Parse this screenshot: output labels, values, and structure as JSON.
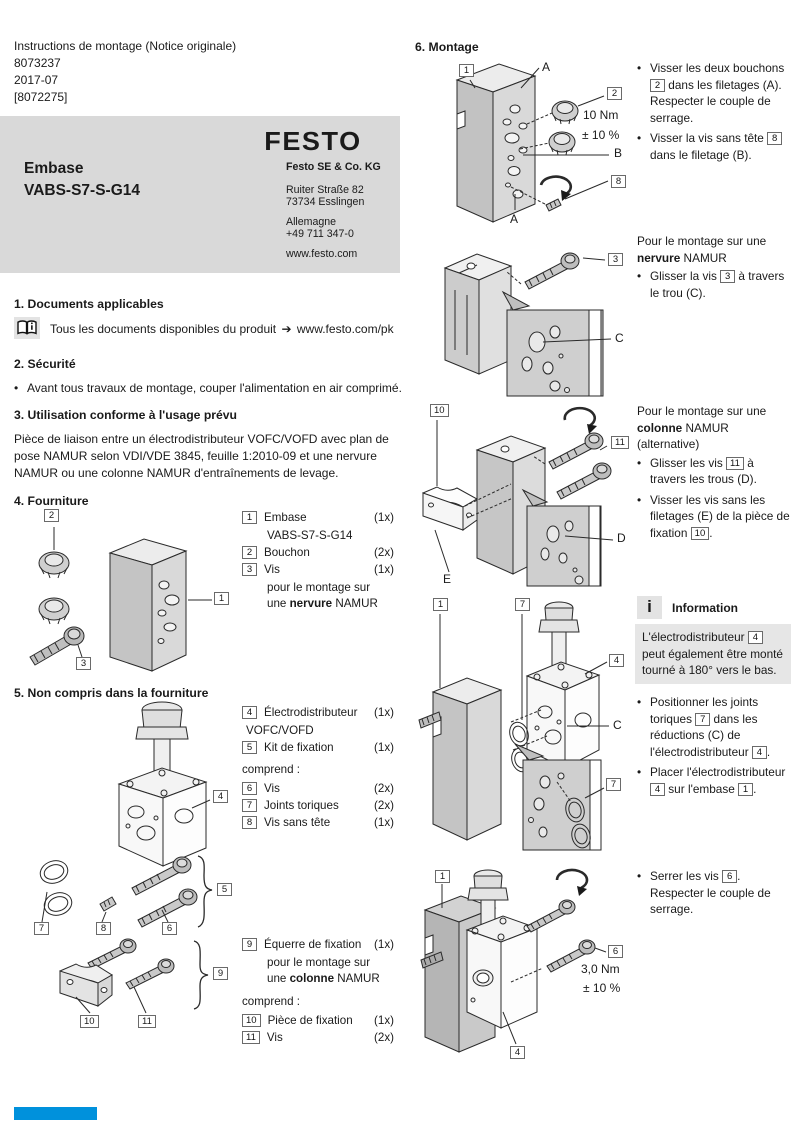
{
  "page": {
    "footer_bar_color": "#0091dc"
  },
  "header": {
    "doc_type": "Instructions de montage (Notice originale)",
    "doc_number": "8073237",
    "doc_date": "2017-07",
    "doc_ref": "[8072275]"
  },
  "brand": {
    "logo": "FESTO",
    "product_line1": "Embase",
    "product_line2": "VABS-S7-S-G14",
    "company": "Festo SE & Co. KG",
    "address1": "Ruiter Straße 82",
    "address2": "73734 Esslingen",
    "country": "Allemagne",
    "phone": "+49 711 347-0",
    "website": "www.festo.com"
  },
  "s1": {
    "heading": "1. Documents applicables",
    "text": "Tous les documents disponibles du produit",
    "arrow": "➔",
    "link": "www.festo.com/pk"
  },
  "s2": {
    "heading": "2. Sécurité",
    "bullet": "Avant tous travaux de montage, couper l'alimentation en air comprimé."
  },
  "s3": {
    "heading": "3. Utilisation conforme à l'usage prévu",
    "body": "Pièce de liaison entre un électrodistributeur VOFC/VOFD avec plan de pose NAMUR selon VDI/VDE 3845, feuille 1:2010-09 et une nervure NAMUR ou une colonne NAMUR d'entraînements de levage."
  },
  "s4": {
    "heading": "4. Fourniture",
    "p1": {
      "ref": "1",
      "label": "Embase",
      "qty": "(1x)",
      "sub": "VABS-S7-S-G14"
    },
    "p2": {
      "ref": "2",
      "label": "Bouchon",
      "qty": "(2x)"
    },
    "p3": {
      "ref": "3",
      "label": "Vis",
      "qty": "(1x)",
      "note1": "pour le montage sur",
      "note2_pre": "une ",
      "note2_bold": "nervure",
      "note2_post": " NAMUR"
    },
    "fig": {
      "ref1": "1",
      "ref2": "2",
      "ref3": "3"
    }
  },
  "s5": {
    "heading": "5. Non compris dans la fourniture",
    "p4": {
      "ref": "4",
      "label": "Électrodistributeur",
      "qty": "(1x)",
      "sub": "VOFC/VOFD"
    },
    "p5": {
      "ref": "5",
      "label": "Kit de fixation",
      "qty": "(1x)"
    },
    "comprend": "comprend :",
    "p6": {
      "ref": "6",
      "label": "Vis",
      "qty": "(2x)"
    },
    "p7": {
      "ref": "7",
      "label": "Joints toriques",
      "qty": "(2x)"
    },
    "p8": {
      "ref": "8",
      "label": "Vis sans tête",
      "qty": "(1x)"
    },
    "fig": {
      "ref4": "4",
      "ref5": "5",
      "ref6": "6",
      "ref7": "7",
      "ref8": "8"
    },
    "p9": {
      "ref": "9",
      "label": "Équerre de fixation",
      "qty": "(1x)",
      "note1": "pour le montage sur",
      "note2_pre": "une ",
      "note2_bold": "colonne",
      "note2_post": " NAMUR"
    },
    "comprend2": "comprend :",
    "p10": {
      "ref": "10",
      "label": "Pièce de fixation",
      "qty": "(1x)"
    },
    "p11": {
      "ref": "11",
      "label": "Vis",
      "qty": "(2x)"
    },
    "fig2": {
      "ref9": "9",
      "ref10": "10",
      "ref11": "11"
    }
  },
  "s6": {
    "heading": "6. Montage",
    "fig1": {
      "ref1": "1",
      "a_top": "A",
      "ref2": "2",
      "torque": "10 Nm",
      "tol": "± 10 %",
      "b": "B",
      "ref8": "8",
      "a_bottom": "A",
      "b1": {
        "t1": "Visser les deux bouchons ",
        "ref": "2",
        "t2": " dans les filetages (A). Respecter le couple de serrage."
      },
      "b2": {
        "t1": "Visser la vis sans tête ",
        "ref": "8",
        "t2": " dans le filetage (B)."
      }
    },
    "fig2": {
      "ref3": "3",
      "c": "C",
      "intro1": "Pour le montage sur une ",
      "introb": "nervure",
      "intro2": " NAMUR",
      "b1": {
        "t1": "Glisser la vis ",
        "ref": "3",
        "t2": " à travers le trou (C)."
      }
    },
    "fig3": {
      "ref10": "10",
      "ref11": "11",
      "d": "D",
      "e": "E",
      "intro1": "Pour le montage sur une ",
      "introb": "colonne",
      "intro2": " NAMUR (alternative)",
      "b1": {
        "t1": "Glisser les vis ",
        "ref": "11",
        "t2": " à travers les trous (D)."
      },
      "b2": {
        "t1": "Visser les vis sans les filetages (E) de la pièce de fixation ",
        "ref": "10",
        "t2": "."
      }
    },
    "fig4": {
      "ref1": "1",
      "ref7": "7",
      "ref4": "4",
      "c": "C",
      "ref7b": "7",
      "info_title": "Information",
      "note": {
        "t1": "L'électrodistributeur ",
        "ref": "4",
        "t2": " peut également être monté tourné à 180° vers le bas."
      },
      "b1": {
        "t1": "Positionner les joints toriques ",
        "ref": "7",
        "t2": " dans les réductions (C) de l'électrodistributeur ",
        "ref2": "4",
        "t3": "."
      },
      "b2": {
        "t1": "Placer l'électrodistributeur ",
        "ref": "4",
        "t2": " sur l'embase ",
        "ref2": "1",
        "t3": "."
      }
    },
    "fig5": {
      "ref1": "1",
      "ref6": "6",
      "torque": "3,0 Nm",
      "tol": "± 10 %",
      "ref4": "4",
      "b1": {
        "t1": "Serrer les vis ",
        "ref": "6",
        "t2": ". Respecter le couple de serrage."
      }
    }
  }
}
